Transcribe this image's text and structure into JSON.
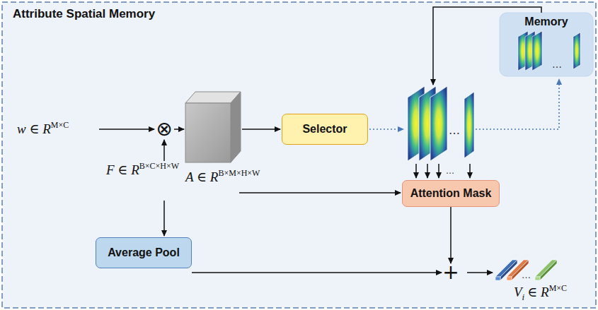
{
  "diagram": {
    "nodes": [
      {
        "text": [
          "Attribute Spatial Memory"
        ]
      },
      {
        "text": [
          "⊗"
        ],
        "in": 0
      },
      {
        "text": [
          "Selector"
        ],
        "in": 0
      },
      {
        "text": [
          "Memory"
        ],
        "in": 0
      },
      {
        "text": [
          "Attention Mask"
        ],
        "in": 0
      },
      {
        "text": [
          "Average Pool"
        ],
        "in": 0
      },
      {
        "text": [
          "+"
        ],
        "in": 0
      }
    ],
    "edges": [
      {
        "from": 5,
        "to": 6,
        "arrow": "to"
      },
      {
        "from": 4,
        "to": 6,
        "arrow": "to"
      }
    ],
    "labels": [
      "w ∈ R",
      "M×C",
      "F ∈ R",
      "B×C×H×W",
      "A ∈ R",
      "B×M×H×W",
      "V",
      "i",
      "∈ R",
      "M×C"
    ]
  }
}
